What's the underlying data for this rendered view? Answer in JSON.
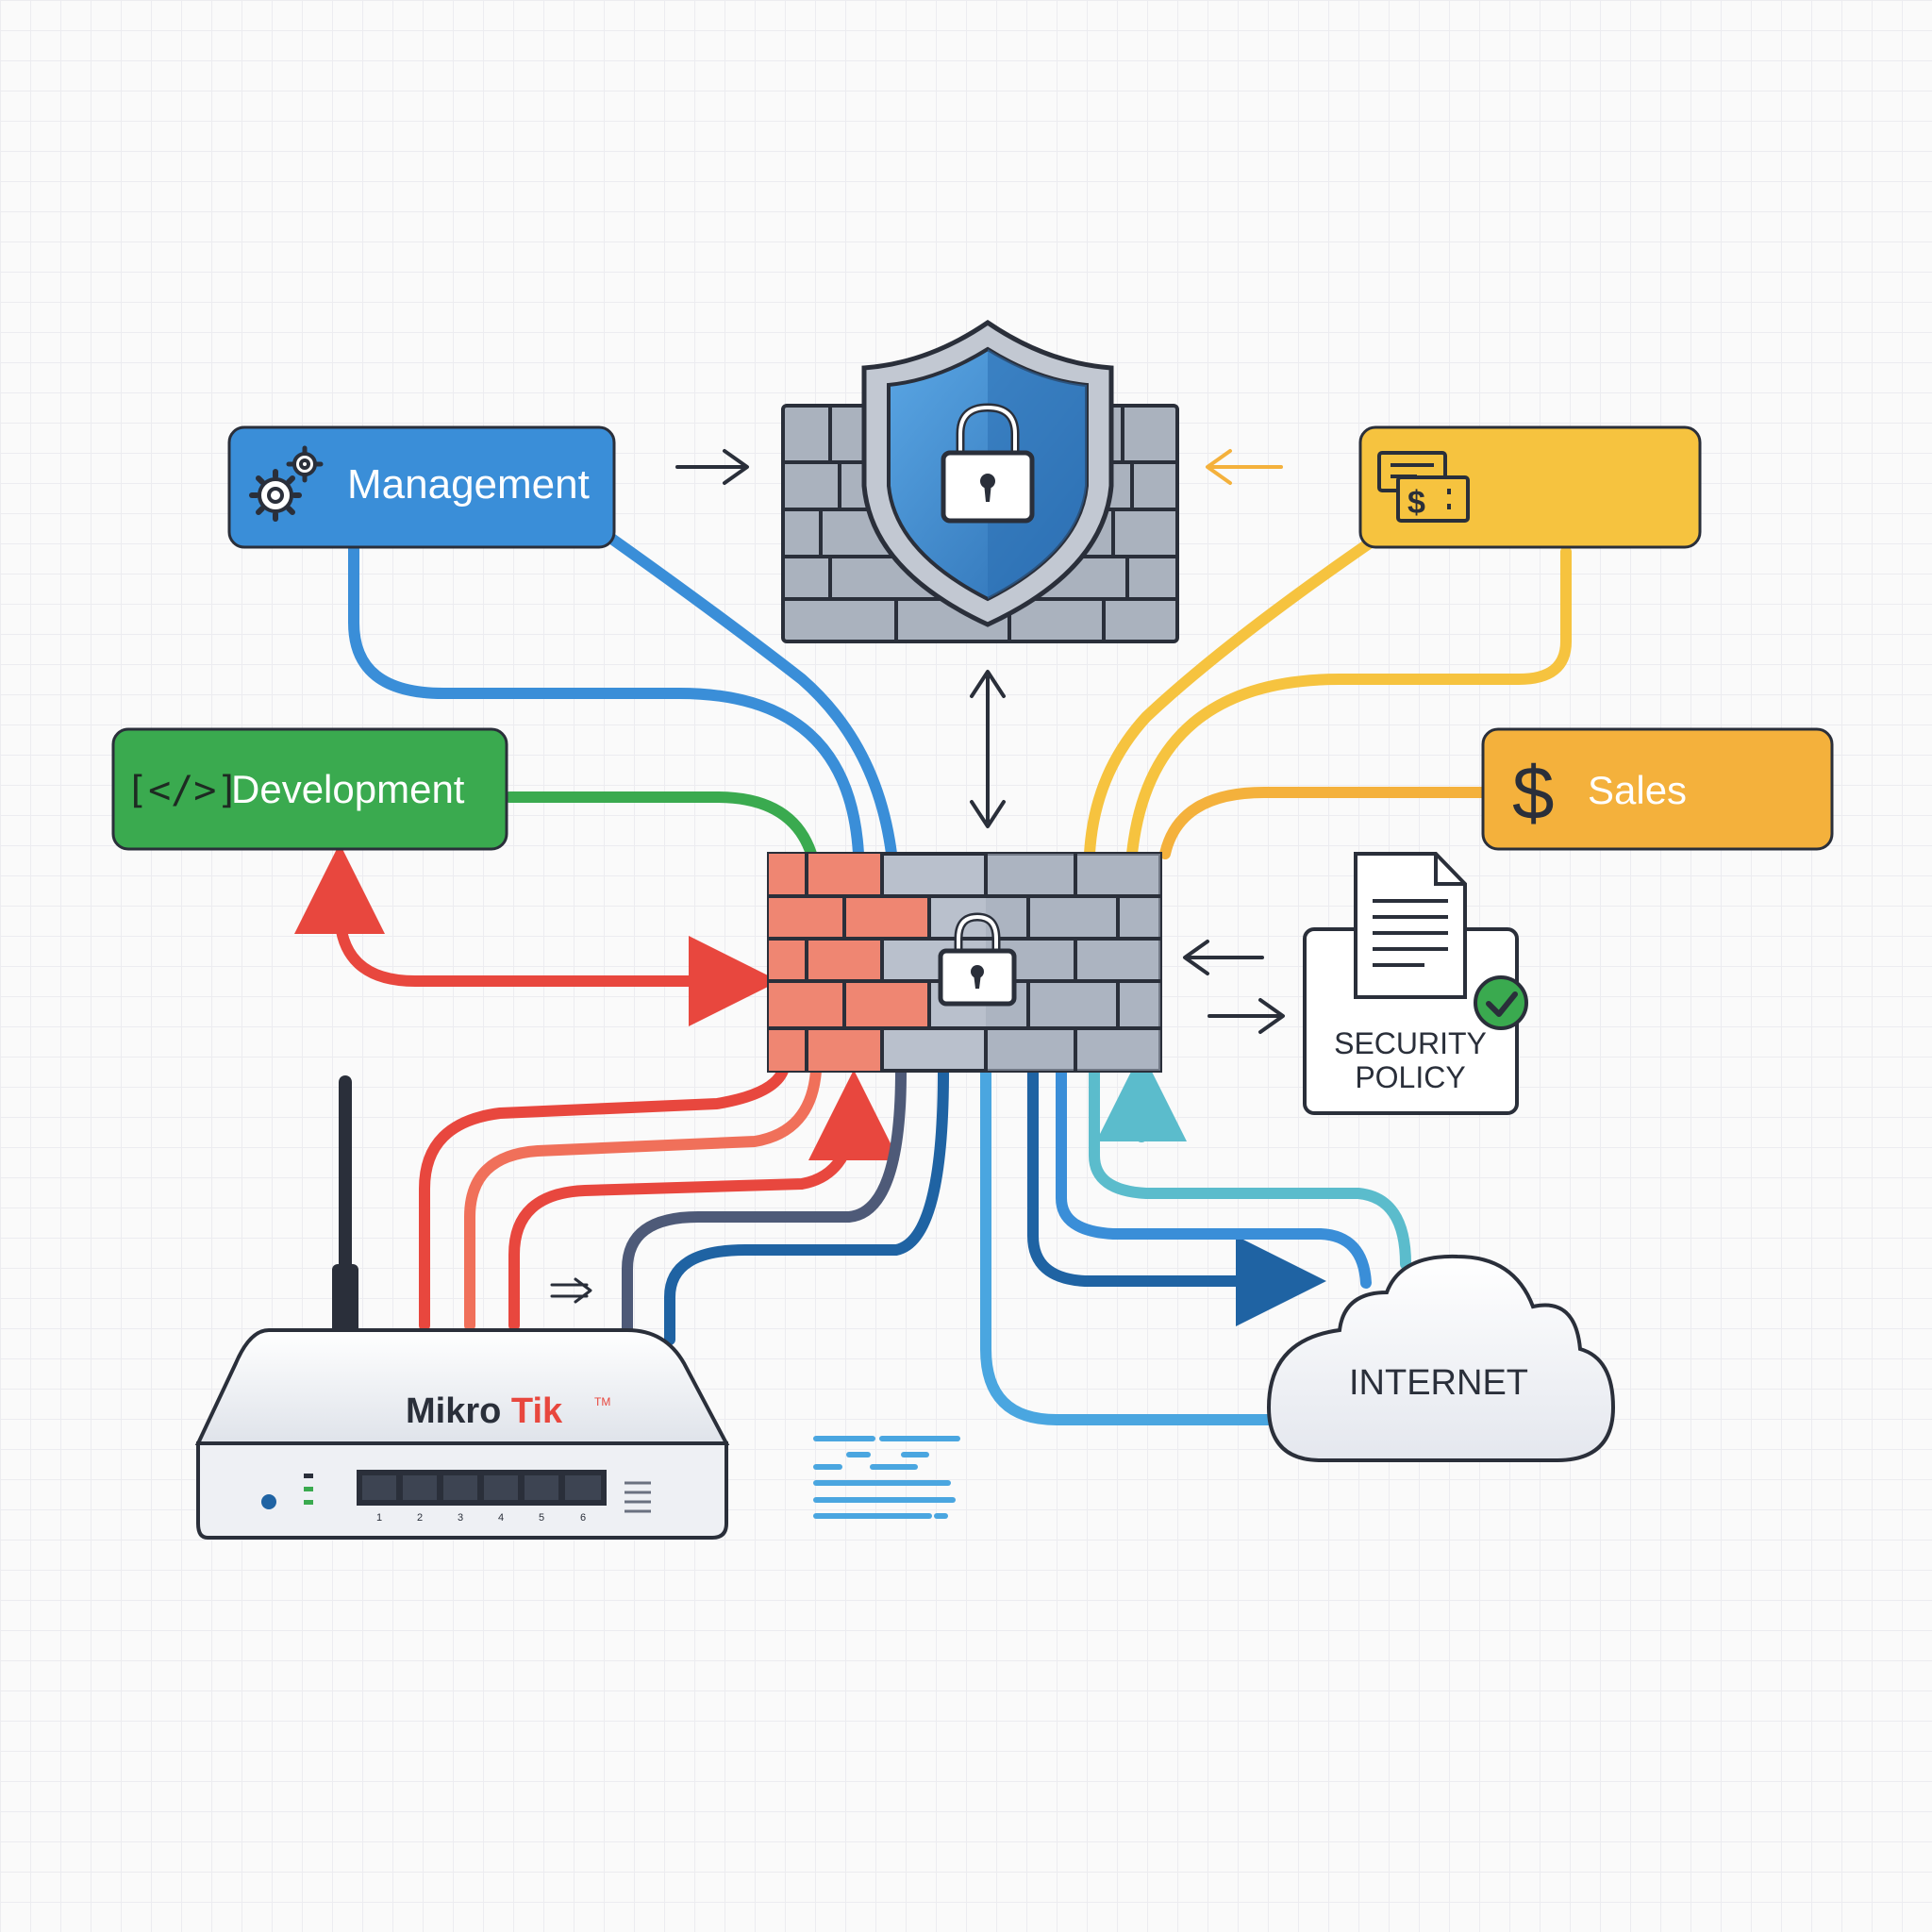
{
  "nodes": {
    "management": {
      "label": "Management",
      "color": "#3a8ed8"
    },
    "development": {
      "label": "Development",
      "icon_text": "[</>]",
      "color": "#3aaa4f"
    },
    "finance": {
      "label": "",
      "icon": "currency-exchange-icon",
      "color": "#f6c33f"
    },
    "sales": {
      "label": "Sales",
      "icon_text": "$",
      "color": "#f4b13c"
    },
    "security_policy": {
      "line1": "SECURITY",
      "line2": "POLICY"
    },
    "internet": {
      "label": "INTERNET"
    },
    "router": {
      "brand": "MikroTik",
      "trademark": "TM",
      "port_numbers": [
        "1",
        "2",
        "3",
        "4",
        "5",
        "6"
      ]
    },
    "central_firewall": {
      "icon": "padlock-icon"
    },
    "top_firewall": {
      "icon": "shield-padlock-icon"
    }
  },
  "colors": {
    "blue": "#3a8ed8",
    "light_blue": "#4aa6e0",
    "dark_blue": "#1f63a3",
    "teal": "#5bbccc",
    "green": "#3aaa4f",
    "yellow": "#f6c33f",
    "orange": "#f4b13c",
    "red": "#e8473e",
    "light_red": "#f0705a",
    "slate": "#4e5a78",
    "brick_red": "#ef8672",
    "brick_gray": "#b9c0cc",
    "outline": "#2a2f3a"
  }
}
